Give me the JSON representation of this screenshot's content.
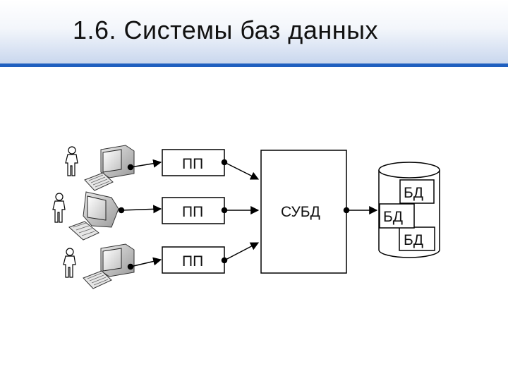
{
  "slide": {
    "title": "1.6. Системы баз данных"
  },
  "diagram": {
    "app_label": "ПП",
    "dbms_label": "СУБД",
    "db_label": "БД"
  },
  "colors": {
    "header_line": "#1f5fbf",
    "stroke": "#000000",
    "monitor_fill": "#cfcfcf"
  }
}
